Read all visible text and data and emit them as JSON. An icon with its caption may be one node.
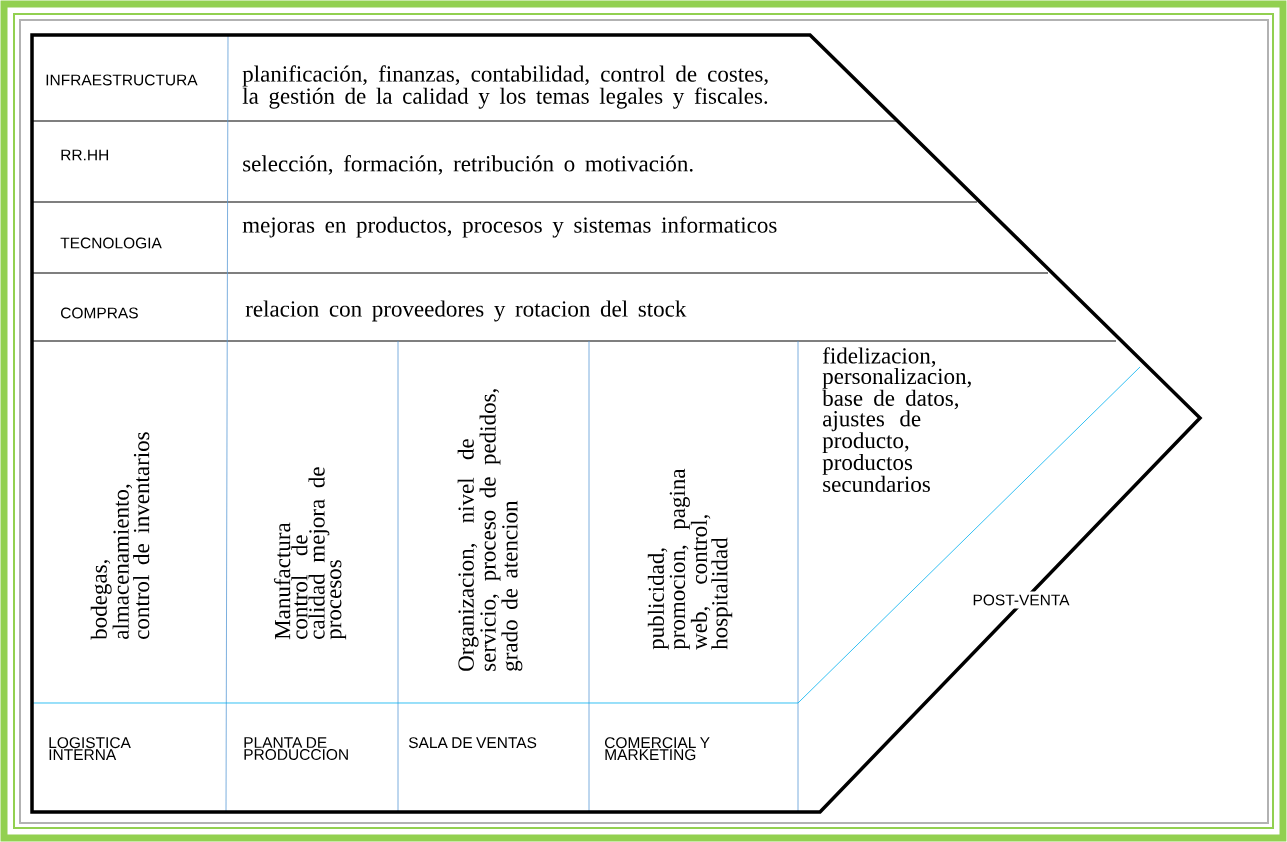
{
  "diagram": {
    "nodes": [
      {
        "text": [
          "INFRAESTRUCTURA",
          "planificación, finanzas, contabilidad, control de costes, la gestión de la calidad y los temas legales y fiscales."
        ]
      },
      {
        "text": [
          "RR.HH",
          "selección, formación, retribución o motivación."
        ]
      },
      {
        "text": [
          "TECNOLOGIA",
          "mejoras en productos, procesos y sistemas informaticos"
        ]
      },
      {
        "text": [
          "COMPRAS",
          "relacion con proveedores y rotacion del stock"
        ]
      },
      {
        "text": [
          "bodegas, almacenamiento, control de inventarios",
          "LOGISTICA INTERNA"
        ]
      },
      {
        "text": [
          "Manufactura control de calidad mejora de procesos",
          "PLANTA DE PRODUCCION"
        ]
      },
      {
        "text": [
          "Organizacion, nivel de servicio, proceso de pedidos, grado de atencion",
          "SALA DE VENTAS"
        ]
      },
      {
        "text": [
          "publicidad, promocion, pagina web, control, hospitalidad",
          "COMERCIAL Y MARKETING"
        ]
      },
      {
        "text": [
          "fidelizacion, personalizacion, base de datos, ajustes de producto, productos secundarios",
          "POST-VENTA"
        ]
      }
    ]
  }
}
